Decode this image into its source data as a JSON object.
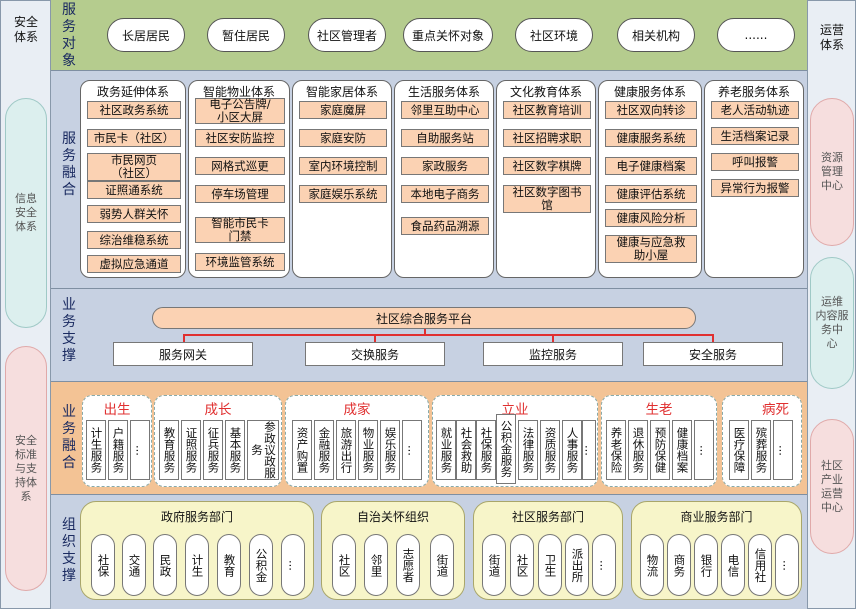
{
  "left_column": {
    "title": "安全\n体系",
    "pills": [
      "信息\n安全\n体系",
      "安全\n标准\n与支\n持体\n系"
    ]
  },
  "right_column": {
    "title": "运营\n体系",
    "pills": [
      "资源\n管理\n中心",
      "运维\n内容服\n务中\n心",
      "社区\n产业\n运营\n中心"
    ]
  },
  "bands": {
    "service_targets": "服\n务\n对\n象",
    "service_fusion": "服\n务\n融\n合",
    "business_support": "业\n务\n支\n撑",
    "business_fusion": "业\n务\n融\n合",
    "org_support": "组\n织\n支\n撑"
  },
  "service_targets": [
    "长居居民",
    "暂住居民",
    "社区管理者",
    "重点关怀对象",
    "社区环境",
    "相关机构",
    "......"
  ],
  "systems": [
    {
      "title": "政务延伸体系",
      "items": [
        "社区政务系统",
        "市民卡（社区）",
        "市民网页\n（社区）",
        "证照通系统",
        "弱势人群关怀",
        "综治维稳系统",
        "虚拟应急通道"
      ]
    },
    {
      "title": "智能物业体系",
      "items": [
        "电子公告牌/\n小区大屏",
        "社区安防监控",
        "网格式巡更",
        "停车场管理",
        "智能市民卡\n门禁",
        "环境监管系统"
      ]
    },
    {
      "title": "智能家居体系",
      "items": [
        "家庭魔屏",
        "家庭安防",
        "室内环境控制",
        "家庭娱乐系统"
      ]
    },
    {
      "title": "生活服务体系",
      "items": [
        "邻里互助中心",
        "自助服务站",
        "家政服务",
        "本地电子商务",
        "食品药品溯源"
      ]
    },
    {
      "title": "文化教育体系",
      "items": [
        "社区教育培训",
        "社区招聘求职",
        "社区数字棋牌",
        "社区数字图书\n馆"
      ]
    },
    {
      "title": "健康服务体系",
      "items": [
        "社区双向转诊",
        "健康服务系统",
        "电子健康档案",
        "健康评估系统",
        "健康风险分析",
        "健康与应急救\n助小屋"
      ]
    },
    {
      "title": "养老服务体系",
      "items": [
        "老人活动轨迹",
        "生活档案记录",
        "呼叫报警",
        "异常行为报警"
      ]
    }
  ],
  "platform": {
    "title": "社区综合服务平台",
    "services": [
      "服务网关",
      "交换服务",
      "监控服务",
      "安全服务"
    ]
  },
  "life_stages": [
    {
      "title": "出生",
      "cols": [
        "计生服务",
        "户籍服务",
        "..."
      ]
    },
    {
      "title": "成长",
      "cols": [
        "教育服务",
        "证照服务",
        "征兵服务",
        "基本服务",
        "参政议政服务"
      ]
    },
    {
      "title": "成家",
      "cols": [
        "资产购置",
        "金融服务",
        "旅游出行",
        "物业服务",
        "娱乐服务",
        "..."
      ]
    },
    {
      "title": "立业",
      "cols": [
        "就业服务",
        "社会救助",
        "社保服务",
        "公积金服务",
        "法律服务",
        "资质服务",
        "人事服务",
        "..."
      ]
    },
    {
      "title": "生老",
      "cols": [
        "养老保险",
        "退休服务",
        "预防保健",
        "健康档案",
        "..."
      ]
    },
    {
      "title": "病死",
      "cols": [
        "医疗保障",
        "殡葬服务",
        "..."
      ]
    }
  ],
  "organizations": [
    {
      "title": "政府服务部门",
      "members": [
        "社保",
        "交通",
        "民政",
        "计生",
        "教育",
        "公积金",
        "..."
      ]
    },
    {
      "title": "自治关怀组织",
      "members": [
        "社区",
        "邻里",
        "志愿者",
        "街道"
      ]
    },
    {
      "title": "社区服务部门",
      "members": [
        "街道",
        "社区",
        "卫生",
        "派出所",
        "..."
      ]
    },
    {
      "title": "商业服务部门",
      "members": [
        "物流",
        "商务",
        "银行",
        "电信",
        "信用社",
        "..."
      ]
    }
  ],
  "colors": {
    "item_fill": "#fbd2b3",
    "band_green": "#b5cc8e",
    "band_blue": "#c7d1e2",
    "band_orange": "#f3c395",
    "accent_red": "#e03030",
    "org_fill": "#f7f5c9"
  }
}
